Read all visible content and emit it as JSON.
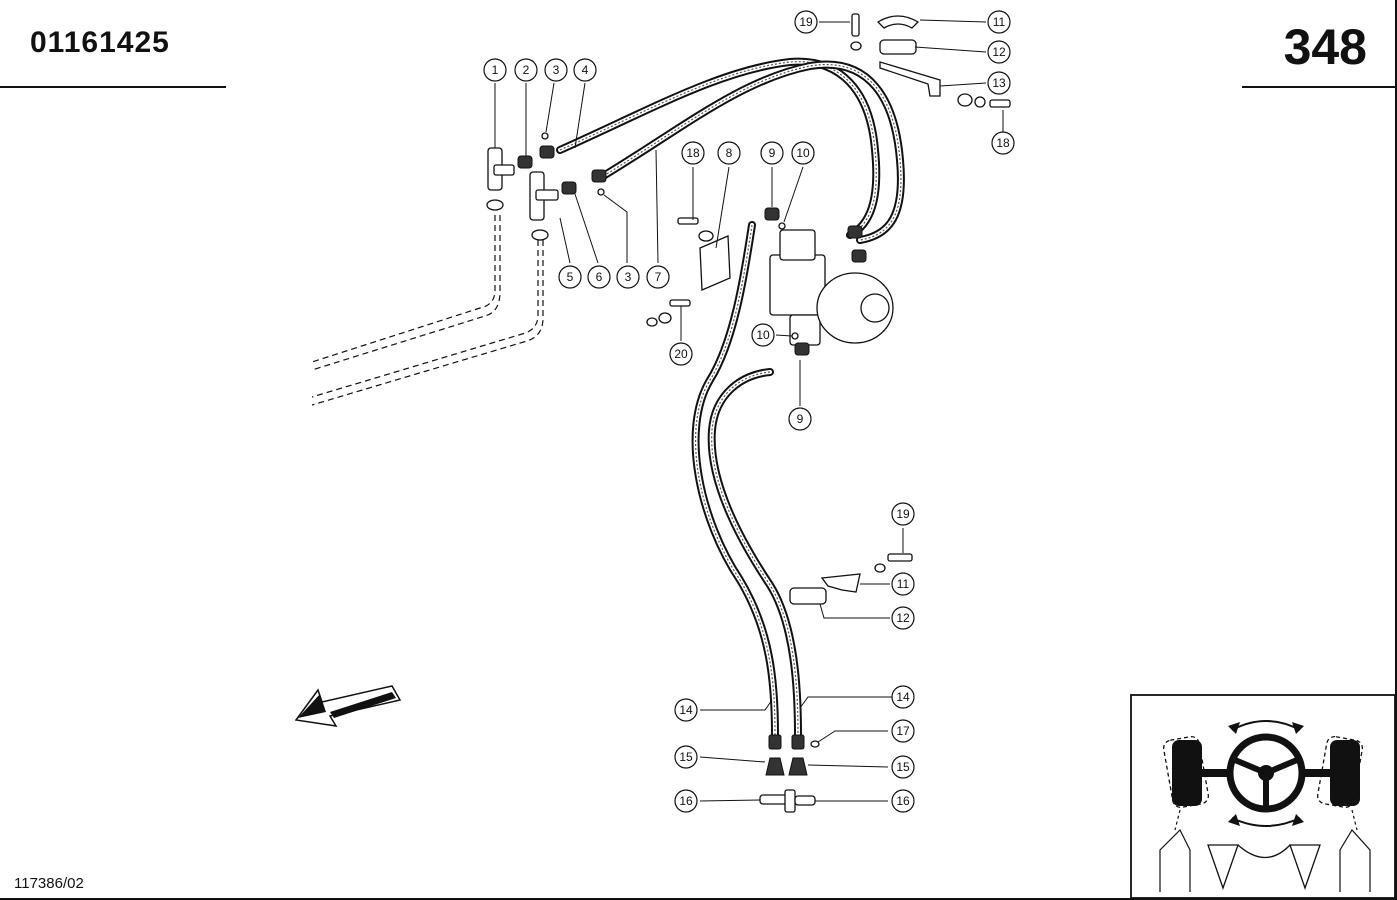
{
  "header": {
    "doc_number": "01161425",
    "page_number": "348"
  },
  "footer": {
    "figure_ref": "117386/02"
  },
  "callouts": [
    "1",
    "2",
    "3",
    "4",
    "5",
    "6",
    "3",
    "7",
    "18",
    "8",
    "9",
    "10",
    "19",
    "11",
    "12",
    "13",
    "18",
    "10",
    "20",
    "9",
    "19",
    "11",
    "12",
    "14",
    "14",
    "17",
    "15",
    "15",
    "16",
    "16"
  ],
  "icons": {
    "direction_arrow": "forward-arrow-icon",
    "steering_symbol": "steering-wheel-icon"
  }
}
